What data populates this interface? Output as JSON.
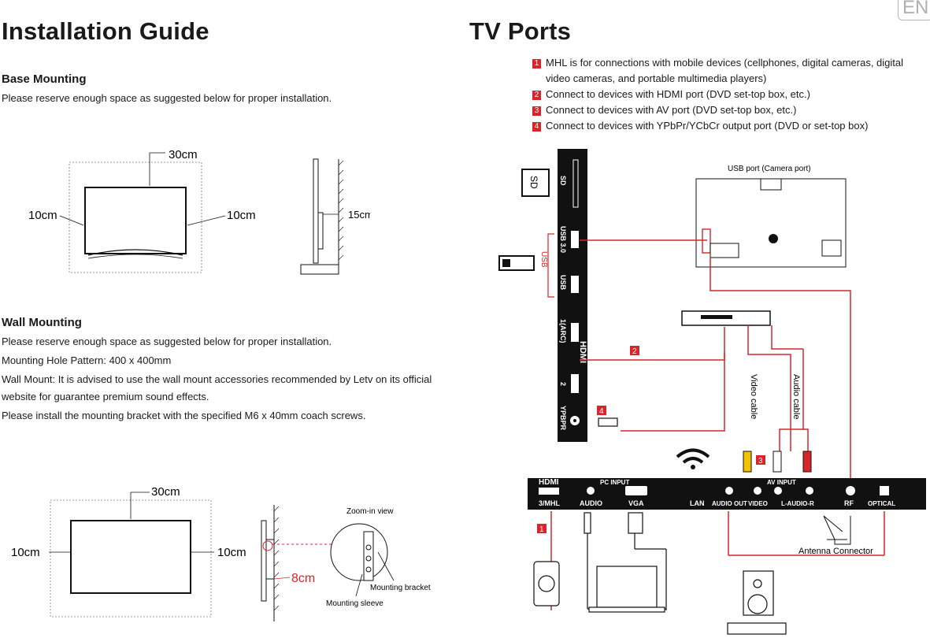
{
  "lang_badge": "EN",
  "installation": {
    "title": "Installation Guide",
    "base": {
      "heading": "Base Mounting",
      "text": "Please reserve enough space as suggested below for proper installation.",
      "dim_top": "30cm",
      "dim_left": "10cm",
      "dim_right": "10cm",
      "dim_side": "15cm"
    },
    "wall": {
      "heading": "Wall Mounting",
      "lines": [
        "Please reserve enough space as suggested below for proper installation.",
        "Mounting Hole Pattern: 400 x 400mm",
        "Wall Mount: It is advised to use the wall mount accessories recommended by Letv on its official",
        "website for guarantee premium sound effects.",
        "Please install the mounting bracket with the specified M6 x 40mm coach screws."
      ],
      "dim_top": "30cm",
      "dim_left": "10cm",
      "dim_right": "10cm",
      "dim_side": "8cm",
      "zoom_label": "Zoom-in view",
      "bracket_label": "Mounting bracket",
      "sleeve_label": "Mounting sleeve"
    }
  },
  "ports": {
    "title": "TV Ports",
    "items": [
      {
        "num": "1",
        "text": "MHL is for connections with mobile devices (cellphones, digital cameras, digital",
        "text2": "video cameras, and portable multimedia players)"
      },
      {
        "num": "2",
        "text": "Connect to devices with HDMI port (DVD set-top box, etc.)"
      },
      {
        "num": "3",
        "text": "Connect to devices with AV port (DVD set-top box, etc.)"
      },
      {
        "num": "4",
        "text": "Connect to devices with YPbPr/YCbCr output port (DVD or set-top box)"
      }
    ],
    "side_panel": [
      "SD",
      "USB 3.0",
      "USB",
      "1(ARC)",
      "HDMI",
      "2",
      "YPBPR"
    ],
    "usb_bracket": "USB",
    "usb_camera_label": "USB port (Camera port)",
    "video_cable": "Video cable",
    "audio_cable": "Audio cable",
    "antenna_label": "Antenna Connector",
    "bottom_panel": {
      "hdmi_logo": "HDMI",
      "pc_input": "PC INPUT",
      "av_input": "AV INPUT",
      "labels": [
        "3/MHL",
        "AUDIO",
        "VGA",
        "LAN",
        "AUDIO OUT",
        "VIDEO",
        "L-AUDIO-R",
        "RF",
        "OPTICAL"
      ]
    },
    "badges": [
      "1",
      "2",
      "3",
      "4"
    ],
    "sd_card_label": "SD"
  }
}
